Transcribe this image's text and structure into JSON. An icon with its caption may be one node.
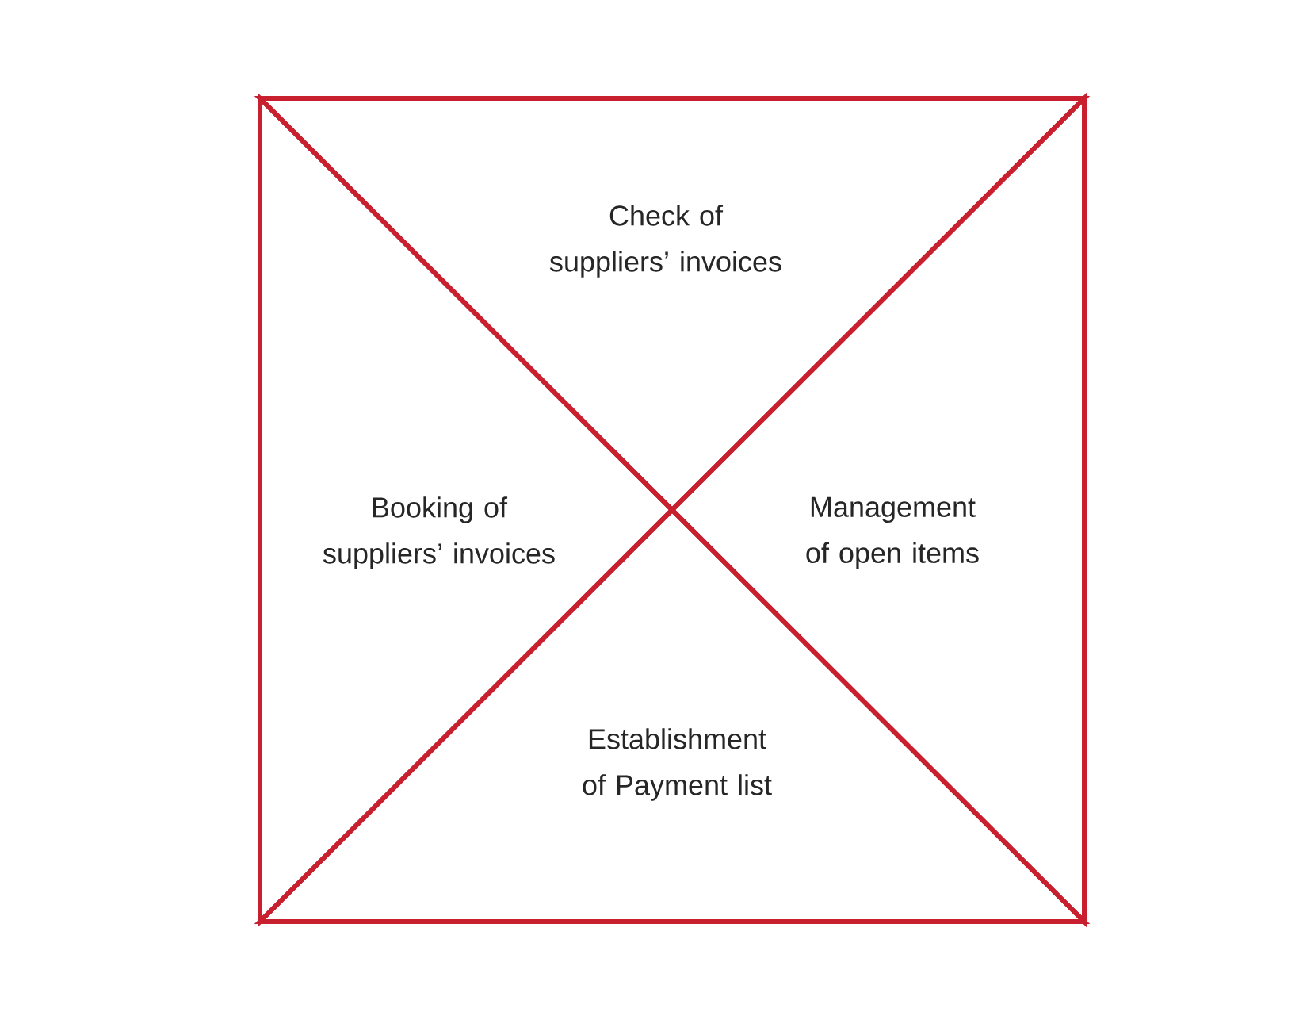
{
  "diagram": {
    "nodes": [
      {
        "text": [
          "Check of suppliers’ invoices"
        ]
      },
      {
        "text": [
          "Booking of suppliers’ invoices"
        ]
      },
      {
        "text": [
          "Management of open items"
        ]
      },
      {
        "text": [
          "Establishment of Payment list"
        ]
      }
    ]
  }
}
